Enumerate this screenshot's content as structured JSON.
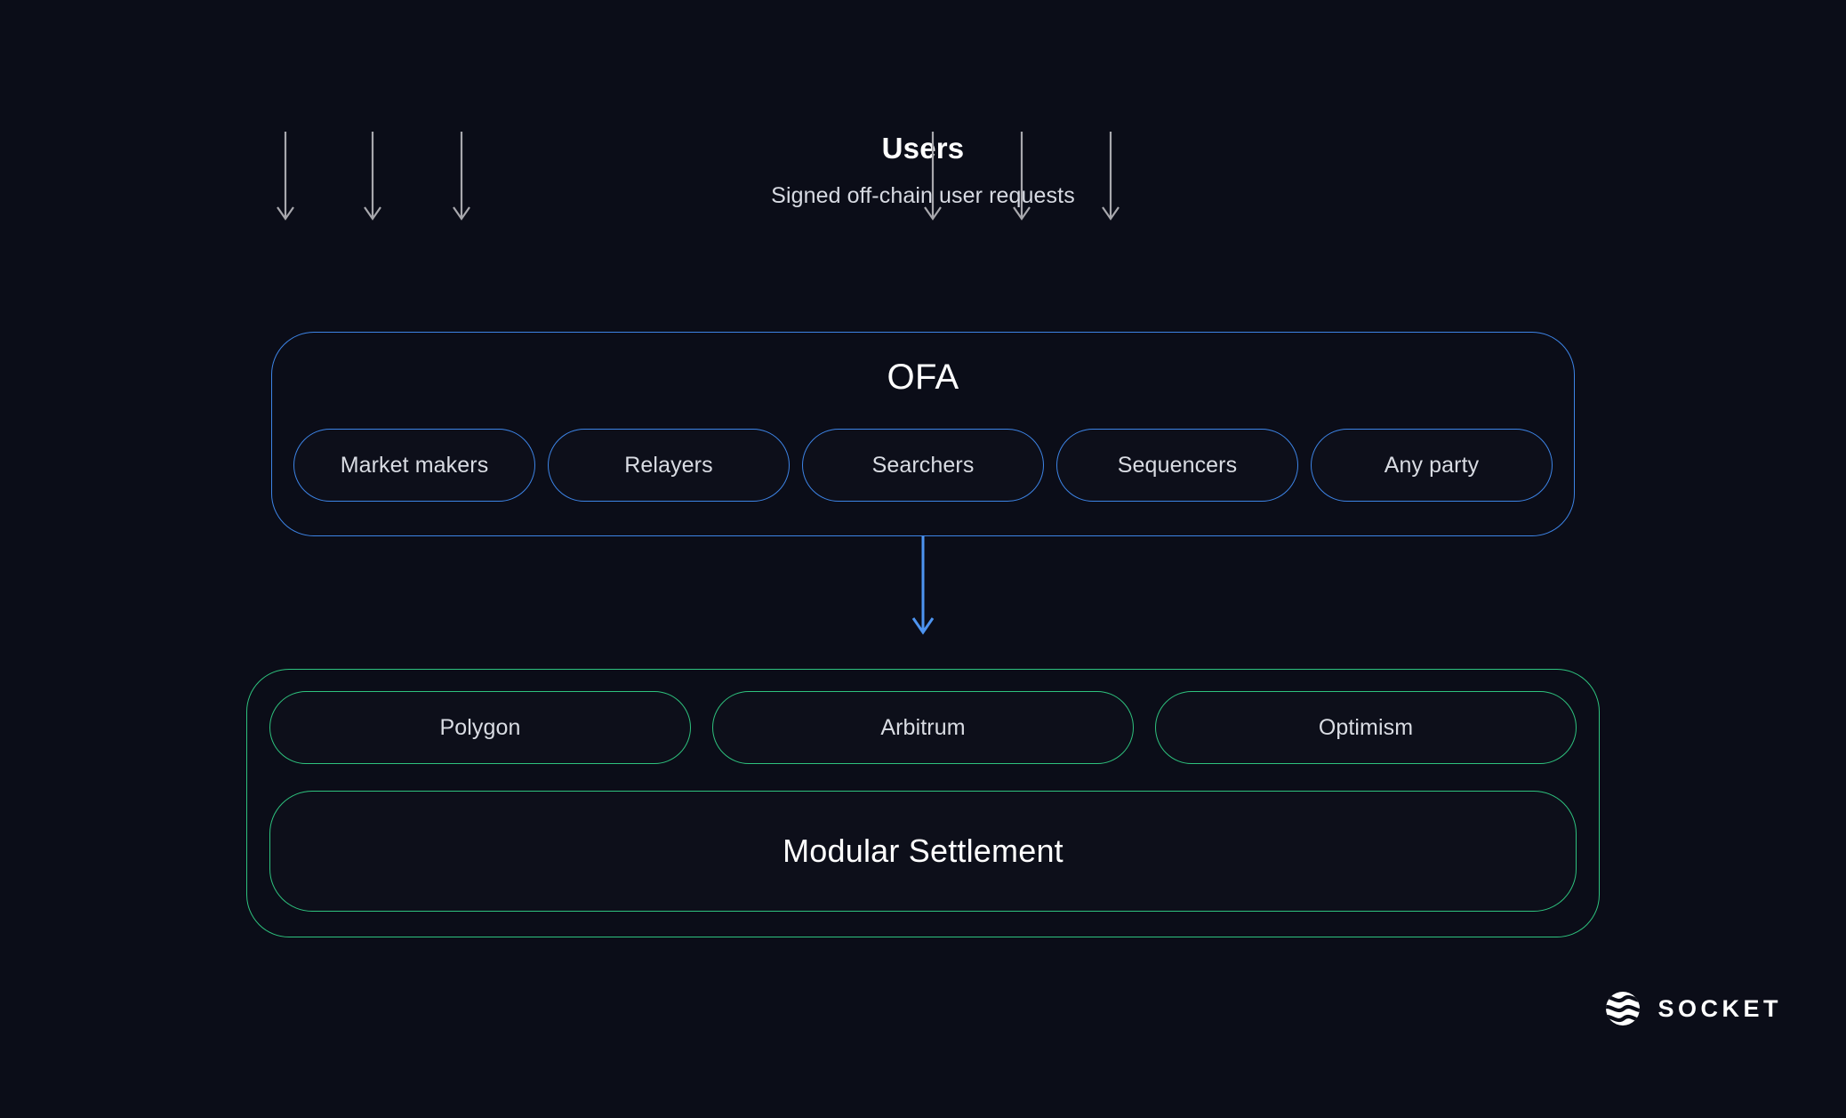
{
  "colors": {
    "background": "#0b0d18",
    "blue_accent": "#3d84e6",
    "blue_arrow": "#4d94f0",
    "green_accent": "#2ec27e",
    "arrow_grey": "#a8a8ad",
    "text_primary": "#ffffff",
    "text_secondary": "#d7dae2"
  },
  "users": {
    "title": "Users",
    "subtitle": "Signed off-chain user requests",
    "arrow_count": 6,
    "arrow_positions_left": [
      320,
      418,
      518
    ],
    "arrow_positions_right": [
      1048,
      1148,
      1248
    ],
    "arrow_icon": "arrow-down-icon"
  },
  "ofa": {
    "title": "OFA",
    "participants": [
      {
        "label": "Market makers"
      },
      {
        "label": "Relayers"
      },
      {
        "label": "Searchers"
      },
      {
        "label": "Sequencers"
      },
      {
        "label": "Any party"
      }
    ]
  },
  "connector": {
    "icon": "arrow-down-icon",
    "from": "OFA",
    "to": "Modular Settlement"
  },
  "settlement": {
    "chains": [
      {
        "label": "Polygon"
      },
      {
        "label": "Arbitrum"
      },
      {
        "label": "Optimism"
      }
    ],
    "title": "Modular Settlement"
  },
  "brand": {
    "name": "SOCKET",
    "mark_icon": "socket-sphere-logo-icon"
  }
}
